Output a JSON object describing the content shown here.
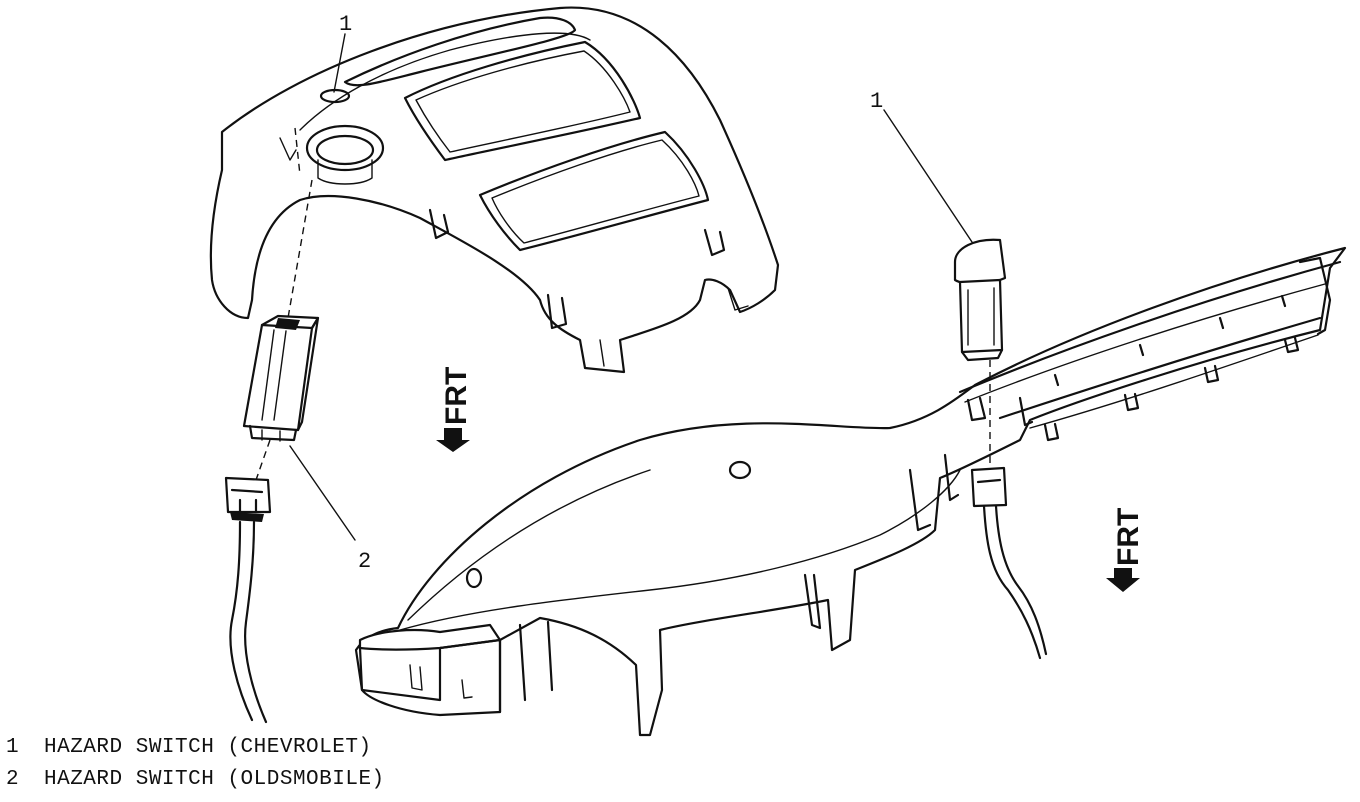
{
  "callouts": {
    "top_left": "1",
    "right_switch": "1",
    "left_switch": "2"
  },
  "frt_labels": [
    "FRT",
    "FRT"
  ],
  "legend": [
    {
      "num": "1",
      "text": "HAZARD SWITCH (CHEVROLET)"
    },
    {
      "num": "2",
      "text": "HAZARD SWITCH (OLDSMOBILE)"
    }
  ]
}
